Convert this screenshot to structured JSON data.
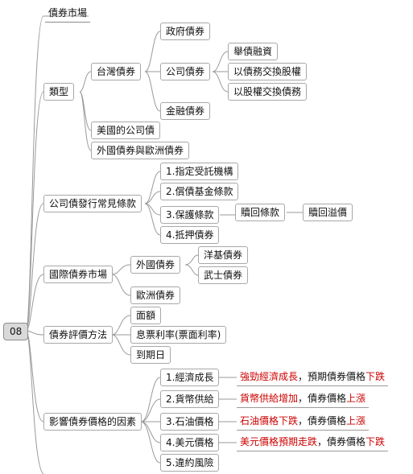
{
  "root": {
    "label": "08"
  },
  "nodes": {
    "bond_market": "債券市場",
    "types": "類型",
    "taiwan_bonds": "台灣債券",
    "government_bonds": "政府債券",
    "corporate_bonds": "公司債券",
    "secured_bonds": "舉債融資",
    "exchangeable_bonds": "以債務交換股權",
    "equity_swap_bonds": "以股權交換債務",
    "financial_bonds": "金融債券",
    "us_corporate_bonds": "美國的公司債",
    "foreign_euro_bonds": "外國債券與歐洲債券",
    "covenants": "公司債發行常見條款",
    "trustee": "1.指定受託機構",
    "sinking_fund": "2.償債基金條款",
    "protective": "3.保護條款",
    "call_provision": "贖回條款",
    "call_premium": "贖回溢價",
    "collateral": "4.抵押債券",
    "international_market": "國際債券市場",
    "foreign_bonds": "外國債券",
    "yankee_bonds": "洋基債券",
    "samurai_bonds": "武士債券",
    "eurobonds": "歐洲債券",
    "valuation": "債券評價方法",
    "face_value": "面額",
    "coupon_rate": "息票利率(票面利率)",
    "maturity": "到期日",
    "price_factors": "影響債券價格的因素",
    "economic_growth": "1.經濟成長",
    "money_supply": "2.貨幣供給",
    "oil_price": "3.石油價格",
    "usd_price": "4.美元價格",
    "default_risk": "5.違約風險"
  },
  "notes": {
    "economic_growth": {
      "red": "強勁經濟成長",
      "mid": "，預期債券價格",
      "tail": "下跌"
    },
    "money_supply": {
      "red": "貨幣供給增加",
      "mid": "，債券價格",
      "tail": "上漲"
    },
    "oil_price": {
      "red": "石油價格下跌",
      "mid": "，債券價格",
      "tail": "上漲"
    },
    "usd_price": {
      "red": "美元價格預期走跌",
      "mid": "，債券價格",
      "tail": "下跌"
    }
  },
  "colors": {
    "emphasis": "#cc0000",
    "connector": "#9a9a9a",
    "root_fill": "#d9d9d9"
  }
}
